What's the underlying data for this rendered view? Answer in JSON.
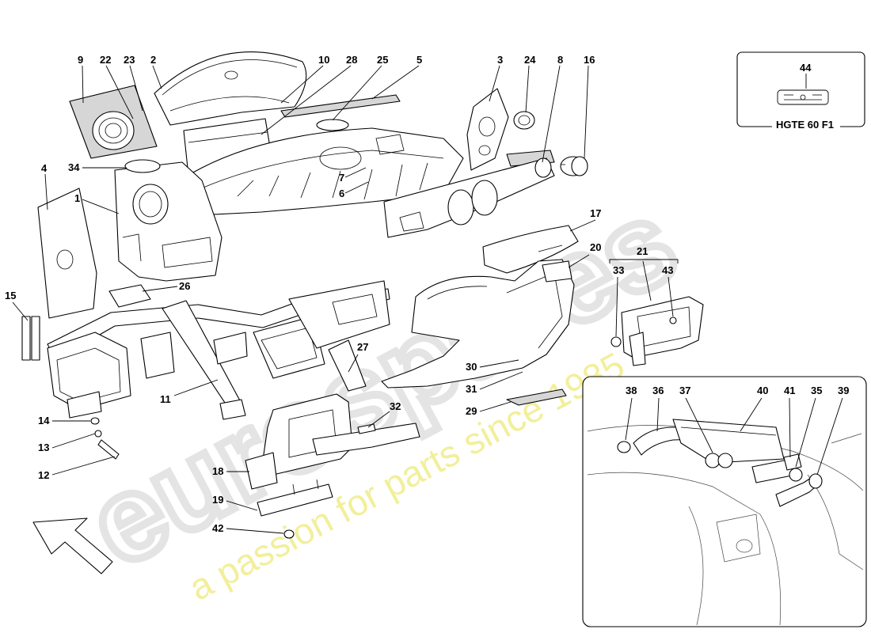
{
  "watermark": {
    "brand": "eurospares",
    "tagline": "a passion for parts since 1985"
  },
  "inset_variant": {
    "part_number": "44",
    "label": "HGTE 60 F1"
  },
  "callouts": {
    "c1": "1",
    "c2": "2",
    "c3": "3",
    "c4": "4",
    "c5": "5",
    "c6": "6",
    "c7": "7",
    "c8": "8",
    "c9": "9",
    "c10": "10",
    "c11": "11",
    "c12": "12",
    "c13": "13",
    "c14": "14",
    "c15": "15",
    "c16": "16",
    "c17": "17",
    "c18": "18",
    "c19": "19",
    "c20": "20",
    "c21": "21",
    "c22": "22",
    "c23": "23",
    "c24": "24",
    "c25": "25",
    "c26": "26",
    "c27": "27",
    "c28": "28",
    "c29": "29",
    "c30": "30",
    "c31": "31",
    "c32": "32",
    "c33": "33",
    "c34": "34",
    "c35": "35",
    "c36": "36",
    "c37": "37",
    "c38": "38",
    "c39": "39",
    "c40": "40",
    "c41": "41",
    "c42": "42",
    "c43": "43"
  },
  "colors": {
    "line": "#000000",
    "part_fill": "#ffffff",
    "shade": "#d6d6d6",
    "watermark_grey": "#e4e4e4",
    "watermark_yellow": "#f2ef9a"
  }
}
